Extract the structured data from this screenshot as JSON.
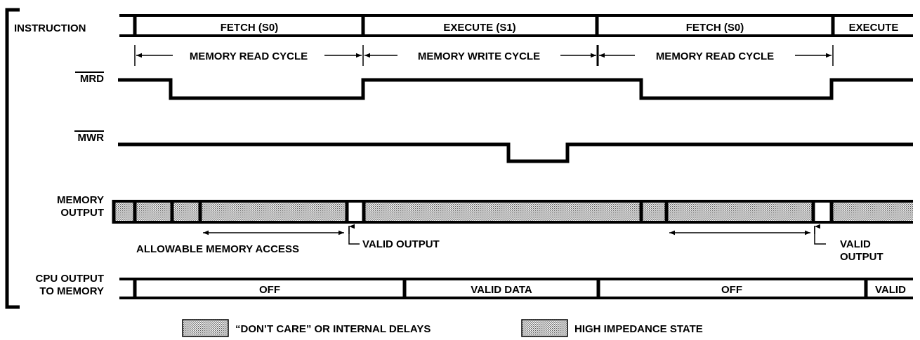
{
  "signals": {
    "instruction": "INSTRUCTION",
    "mrd": "MRD",
    "mwr": "MWR",
    "memory_output_line1": "MEMORY",
    "memory_output_line2": "OUTPUT",
    "cpu_output_line1": "CPU OUTPUT",
    "cpu_output_line2": "TO MEMORY"
  },
  "instruction_segments": [
    "FETCH (S0)",
    "EXECUTE (S1)",
    "FETCH (S0)",
    "EXECUTE"
  ],
  "cycles": [
    "MEMORY READ CYCLE",
    "MEMORY WRITE CYCLE",
    "MEMORY READ CYCLE"
  ],
  "annotations": {
    "allowable_access": "ALLOWABLE MEMORY ACCESS",
    "valid_output_1": "VALID OUTPUT",
    "valid_output_2_line1": "VALID",
    "valid_output_2_line2": "OUTPUT"
  },
  "cpu_output_segments": [
    "OFF",
    "VALID DATA",
    "OFF",
    "VALID"
  ],
  "legend": {
    "dont_care": "“DON’T CARE” OR INTERNAL DELAYS",
    "high_impedance": "HIGH IMPEDANCE STATE"
  }
}
